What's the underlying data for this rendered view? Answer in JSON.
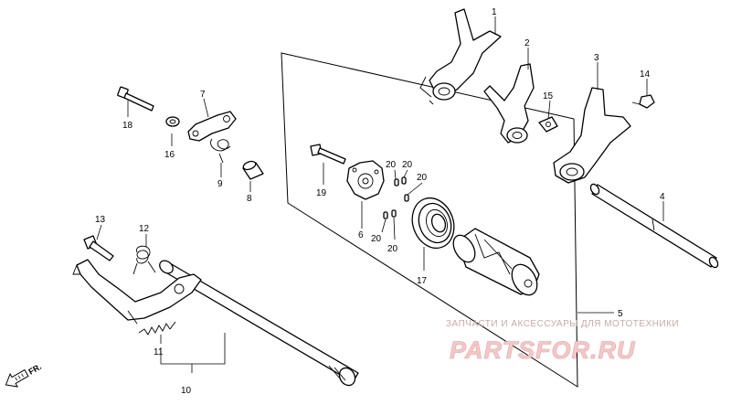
{
  "diagram": {
    "callouts": {
      "p1": "1",
      "p2": "2",
      "p3": "3",
      "p4": "4",
      "p5": "5",
      "p6": "6",
      "p7": "7",
      "p8": "8",
      "p9": "9",
      "p10": "10",
      "p11": "11",
      "p12": "12",
      "p13": "13",
      "p14": "14",
      "p15": "15",
      "p16": "16",
      "p17": "17",
      "p18": "18",
      "p19": "19",
      "p20a": "20",
      "p20b": "20",
      "p20c": "20",
      "p20d": "20",
      "p20e": "20"
    },
    "front_marker": "FR."
  },
  "watermark": {
    "line1": "ЗАПЧАСТИ И АКСЕССУАРЫ ДЛЯ МОТОТЕХНИКИ",
    "line2": "PARTSFOR.RU"
  }
}
